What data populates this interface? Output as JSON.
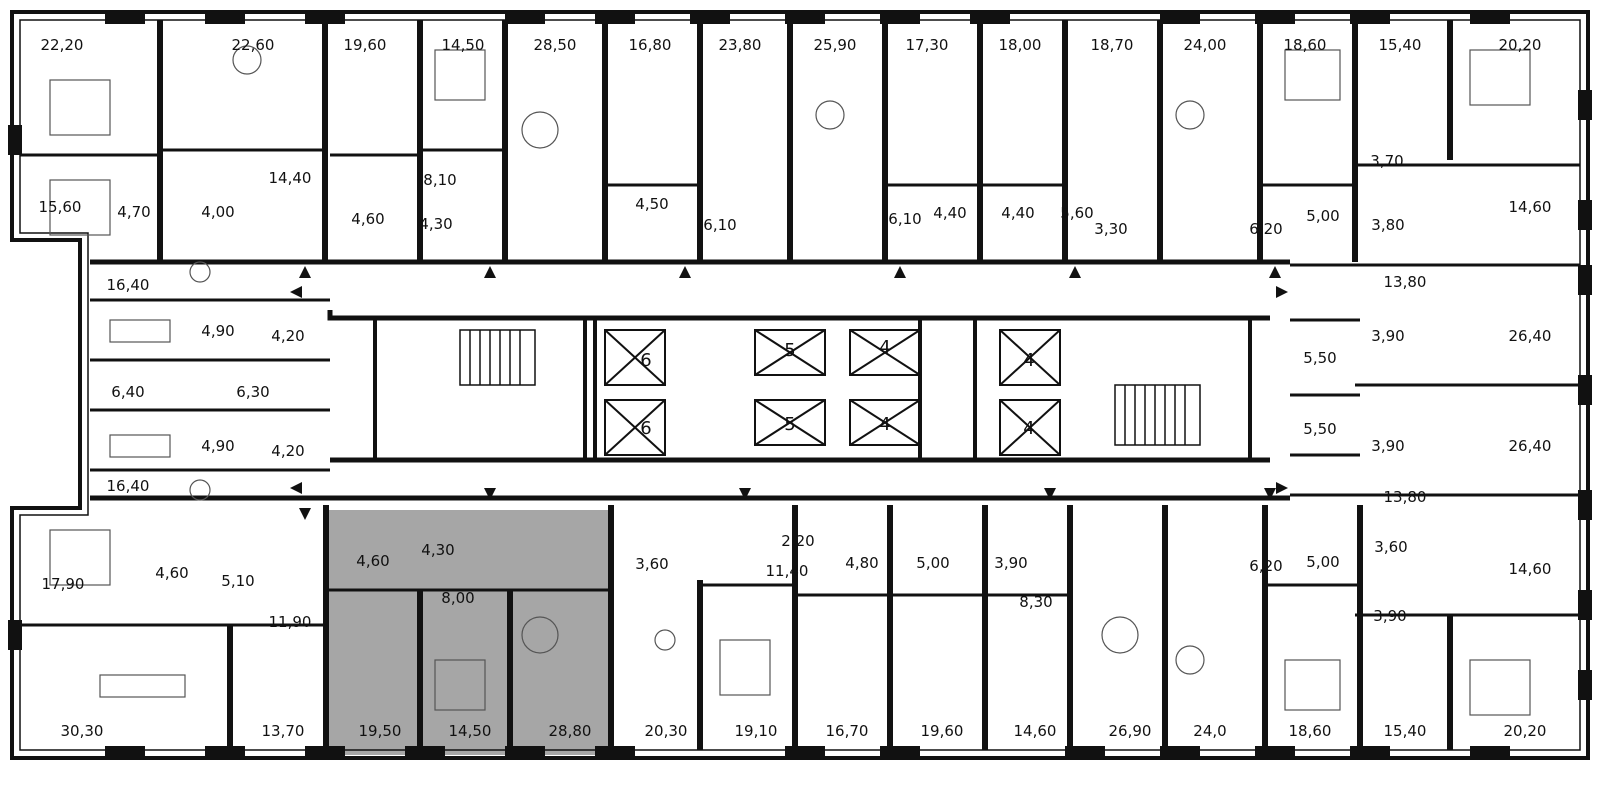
{
  "plan": {
    "colors": {
      "wall": "#111111",
      "line": "#333333",
      "background": "#ffffff",
      "highlight": "#a6a6a6"
    },
    "top_row": [
      "22,20",
      "22,60",
      "19,60",
      "14,50",
      "28,50",
      "16,80",
      "23,80",
      "25,90",
      "17,30",
      "18,00",
      "18,70",
      "24,00",
      "18,60",
      "15,40",
      "20,20"
    ],
    "top_inner": [
      "14,40",
      "15,60",
      "4,70",
      "4,00",
      "8,10",
      "4,60",
      "4,30",
      "4,50",
      "6,10",
      "6,10",
      "4,40",
      "4,40",
      "5,60",
      "3,30",
      "6,20",
      "5,00",
      "3,70",
      "3,80",
      "14,60",
      "13,80"
    ],
    "middle": [
      "16,40",
      "4,90",
      "4,20",
      "6,40",
      "6,30",
      "4,90",
      "4,20",
      "16,40",
      "26,40",
      "5,50",
      "3,90",
      "5,50",
      "3,90",
      "26,40",
      "13,80"
    ],
    "core": [
      "6",
      "6",
      "5",
      "5",
      "4",
      "4",
      "4",
      "4"
    ],
    "bottom_inner": [
      "17,90",
      "4,60",
      "5,10",
      "11,90",
      "4,60",
      "4,30",
      "8,00",
      "3,60",
      "2,20",
      "11,40",
      "4,80",
      "5,00",
      "3,90",
      "8,30",
      "6,20",
      "5,00",
      "3,60",
      "3,90",
      "14,60"
    ],
    "bottom_row": [
      "30,30",
      "13,70",
      "19,50",
      "14,50",
      "28,80",
      "20,30",
      "19,10",
      "16,70",
      "19,60",
      "14,60",
      "26,90",
      "24,0",
      "18,60",
      "15,40",
      "20,20"
    ]
  }
}
